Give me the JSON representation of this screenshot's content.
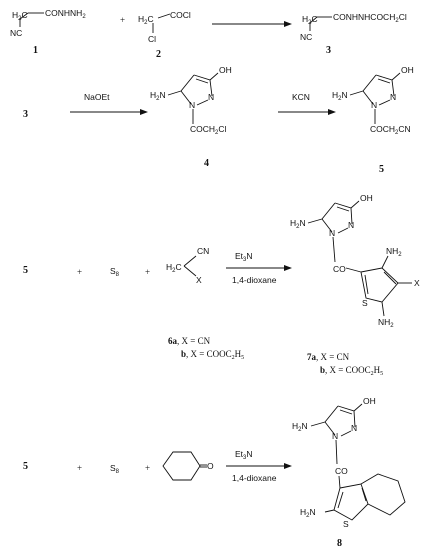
{
  "row1": {
    "c1_top": "CONHNH",
    "c1_top_sub": "2",
    "c1_h2c": "H",
    "c1_h2c_sub": "2",
    "c1_h2c_tail": "C",
    "c1_nc": "NC",
    "c1_label": "1",
    "plus": "+",
    "c2_cocl": "COCl",
    "c2_h2c": "H",
    "c2_h2c_sub": "2",
    "c2_h2c_tail": "C",
    "c2_cl": "Cl",
    "c2_label": "2",
    "c3_top": "CONHNHCOCH",
    "c3_top_sub": "2",
    "c3_top_tail": "Cl",
    "c3_h2c": "H",
    "c3_h2c_sub": "2",
    "c3_h2c_tail": "C",
    "c3_nc": "NC",
    "c3_label": "3"
  },
  "row2": {
    "start": "3",
    "reagent1": "NaOEt",
    "c4_oh": "OH",
    "c4_h2n": "H",
    "c4_h2n_sub": "2",
    "c4_h2n_tail": "N",
    "c4_n": "N",
    "c4_n2": "N",
    "c4_sub": "COCH",
    "c4_sub_sub": "2",
    "c4_sub_tail": "Cl",
    "c4_label": "4",
    "reagent2": "KCN",
    "c5_oh": "OH",
    "c5_h2n": "H",
    "c5_h2n_sub": "2",
    "c5_h2n_tail": "N",
    "c5_n": "N",
    "c5_n2": "N",
    "c5_sub": "COCH",
    "c5_sub_sub": "2",
    "c5_sub_tail": "CN",
    "c5_label": "5"
  },
  "row3": {
    "start": "5",
    "plus1": "+",
    "s8": "S",
    "s8_sub": "8",
    "plus2": "+",
    "h2c": "H",
    "h2c_sub": "2",
    "h2c_tail": "C",
    "cn": "CN",
    "x": "X",
    "reagent_top": "Et",
    "reagent_top_sub": "3",
    "reagent_top_tail": "N",
    "reagent_bottom": "1,4-dioxane",
    "p_oh": "OH",
    "p_h2n": "H",
    "p_h2n_sub": "2",
    "p_h2n_tail": "N",
    "p_n": "N",
    "p_n2": "N",
    "p_co": "CO",
    "p_nh2": "NH",
    "p_nh2_sub": "2",
    "p_x": "X",
    "p_s": "S",
    "p_nh2b": "NH",
    "p_nh2b_sub": "2",
    "l6a_bold": "6a",
    "l6a_text": ", X = CN",
    "l6b_bold": "b",
    "l6b_text": ", X = COOC",
    "l6b_sub": "2",
    "l6b_tail": "H",
    "l6b_sub2": "5",
    "l7a_bold": "7a",
    "l7a_text": ", X = CN",
    "l7b_bold": "b",
    "l7b_text": ", X = COOC",
    "l7b_sub": "2",
    "l7b_tail": "H",
    "l7b_sub2": "5"
  },
  "row4": {
    "start": "5",
    "plus1": "+",
    "s8": "S",
    "s8_sub": "8",
    "plus2": "+",
    "ketone_o": "O",
    "reagent_top": "Et",
    "reagent_top_sub": "3",
    "reagent_top_tail": "N",
    "reagent_bottom": "1,4-dioxane",
    "p_oh": "OH",
    "p_h2n": "H",
    "p_h2n_sub": "2",
    "p_h2n_tail": "N",
    "p_n": "N",
    "p_n2": "N",
    "p_co": "CO",
    "p_h2n2": "H",
    "p_h2n2_sub": "2",
    "p_h2n2_tail": "N",
    "p_s": "S",
    "label": "8"
  }
}
